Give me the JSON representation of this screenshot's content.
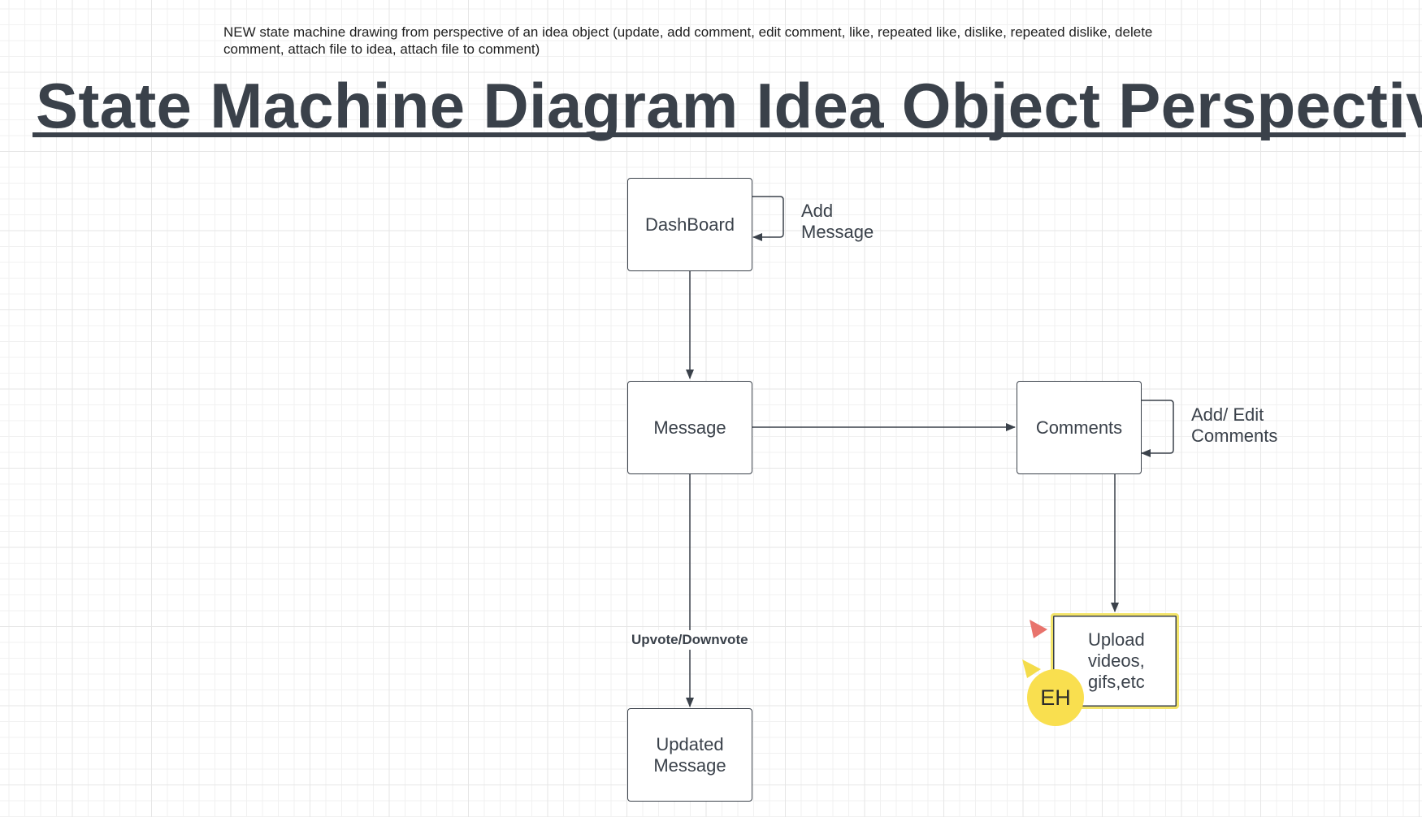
{
  "note": {
    "line1": "NEW state machine drawing from perspective of an idea object (update, add comment, edit comment, like, repeated like, dislike, repeated dislike, delete",
    "line2": "comment, attach file to idea, attach file to comment)"
  },
  "title": "State Machine Diagram Idea Object Perspective",
  "states": {
    "dashboard": "DashBoard",
    "message": "Message",
    "comments": "Comments",
    "updated_message": [
      "Updated",
      "Message"
    ],
    "upload": [
      "Upload",
      "videos,",
      "gifs,etc"
    ]
  },
  "self_loops": {
    "dashboard": [
      "Add",
      "Message"
    ],
    "comments": [
      "Add/ Edit",
      "Comments"
    ]
  },
  "transitions": {
    "message_to_updated": "Upvote/Downvote"
  },
  "collaborator": {
    "initials": "EH",
    "cursor_colors": [
      "#e8736c",
      "#f4dc4a"
    ]
  },
  "colors": {
    "stroke": "#3a414a",
    "selection": "#f3e46a",
    "avatar": "#f9df4f"
  }
}
